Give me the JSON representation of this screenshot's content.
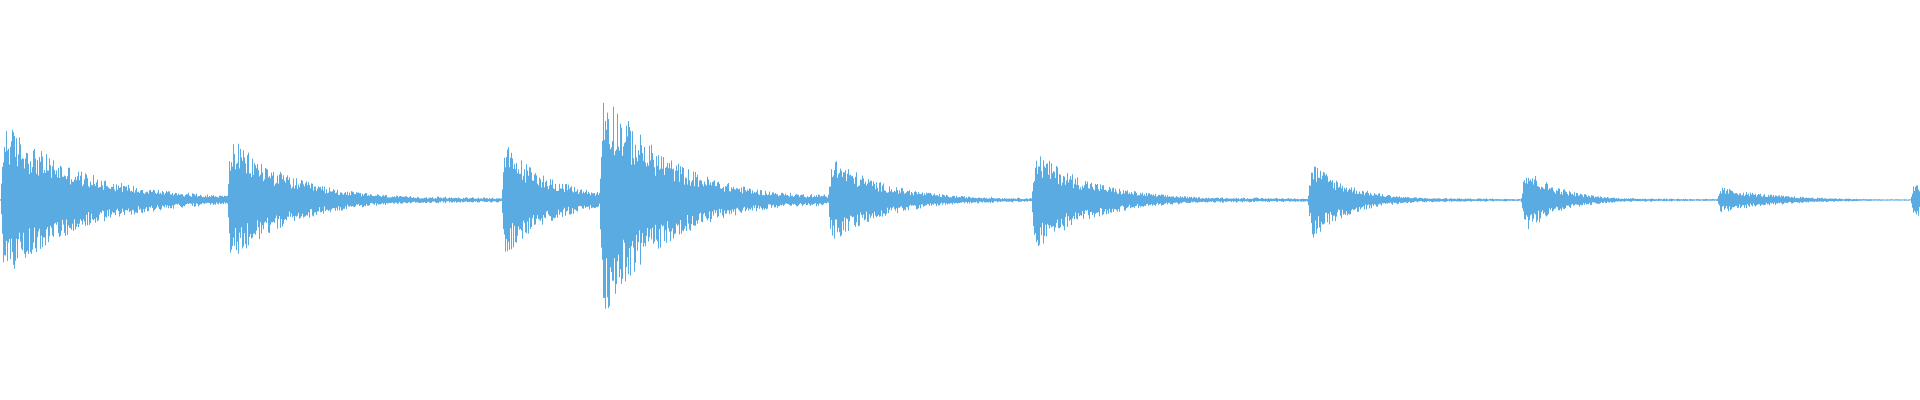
{
  "waveform": {
    "color": "#5aabe2",
    "background": "#ffffff",
    "events": [
      {
        "onset": 0.0,
        "peak": 0.42,
        "decay": 0.04,
        "tail": 0.08
      },
      {
        "onset": 0.118,
        "peak": 0.34,
        "decay": 0.032,
        "tail": 0.06
      },
      {
        "onset": 0.261,
        "peak": 0.31,
        "decay": 0.025,
        "tail": 0.04
      },
      {
        "onset": 0.312,
        "peak": 0.62,
        "decay": 0.034,
        "tail": 0.07
      },
      {
        "onset": 0.431,
        "peak": 0.24,
        "decay": 0.028,
        "tail": 0.05
      },
      {
        "onset": 0.537,
        "peak": 0.27,
        "decay": 0.03,
        "tail": 0.05
      },
      {
        "onset": 0.681,
        "peak": 0.22,
        "decay": 0.02,
        "tail": 0.05
      },
      {
        "onset": 0.792,
        "peak": 0.19,
        "decay": 0.018,
        "tail": 0.04
      },
      {
        "onset": 0.894,
        "peak": 0.07,
        "decay": 0.03,
        "tail": 0.04
      },
      {
        "onset": 0.995,
        "peak": 0.12,
        "decay": 0.01,
        "tail": 0.02
      }
    ]
  }
}
